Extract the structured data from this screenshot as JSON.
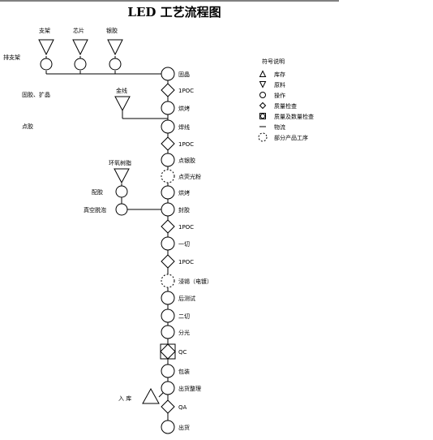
{
  "title": "LED 工艺流程图",
  "materials": [
    {
      "label": "支架"
    },
    {
      "label": "芯片"
    },
    {
      "label": "银胶"
    }
  ],
  "side_labels": {
    "bracket_prep": "排支架",
    "expand": "固胶、扩晶",
    "dispense": "点胶",
    "gold_wire": "金线",
    "epoxy": "环氧树脂",
    "mix": "配胶",
    "vacuum": "真空脱泡",
    "stock_in": "入  库"
  },
  "steps": [
    {
      "label": "固晶",
      "shape": "circle"
    },
    {
      "label": "1POC",
      "shape": "diamond"
    },
    {
      "label": "烘烤",
      "shape": "circle"
    },
    {
      "label": "焊线",
      "shape": "circle"
    },
    {
      "label": "1POC",
      "shape": "diamond"
    },
    {
      "label": "点银胶",
      "shape": "circle"
    },
    {
      "label": "点荧光粉",
      "shape": "dashed-circle"
    },
    {
      "label": "烘烤",
      "shape": "circle"
    },
    {
      "label": "封胶",
      "shape": "circle"
    },
    {
      "label": "1POC",
      "shape": "diamond"
    },
    {
      "label": "一切",
      "shape": "circle"
    },
    {
      "label": "1POC",
      "shape": "diamond"
    },
    {
      "label": "浸锡（电镀）",
      "shape": "dashed-circle"
    },
    {
      "label": "后测试",
      "shape": "circle"
    },
    {
      "label": "二切",
      "shape": "circle"
    },
    {
      "label": "分光",
      "shape": "circle"
    },
    {
      "label": "QC",
      "shape": "square-diamond"
    },
    {
      "label": "包装",
      "shape": "circle"
    },
    {
      "label": "出货整理",
      "shape": "circle"
    },
    {
      "label": "QA",
      "shape": "diamond"
    },
    {
      "label": "出货",
      "shape": "circle"
    }
  ],
  "legend": {
    "title": "符号说明",
    "items": [
      {
        "symbol": "triangle-up",
        "label": "库存"
      },
      {
        "symbol": "triangle-down",
        "label": "原料"
      },
      {
        "symbol": "circle",
        "label": "操作"
      },
      {
        "symbol": "diamond",
        "label": "质量检查"
      },
      {
        "symbol": "square-diamond",
        "label": "质量及数量检查"
      },
      {
        "symbol": "line",
        "label": "物流"
      },
      {
        "symbol": "dashed-circle",
        "label": "部分产品工序"
      }
    ]
  }
}
